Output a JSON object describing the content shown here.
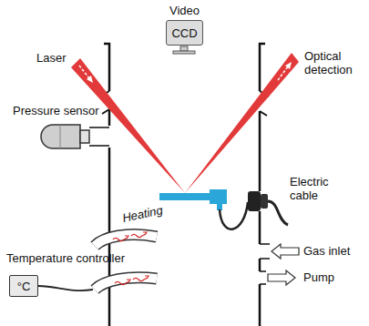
{
  "diagram": {
    "nodes": [
      {
        "text": [
          "Video",
          "CCD"
        ]
      },
      {
        "text": [
          "Temperature controller",
          "°C"
        ]
      }
    ],
    "labels": [
      "Laser",
      "Optical detection",
      "Pressure sensor",
      "Electric cable",
      "Heating",
      "Gas inlet",
      "Pump"
    ]
  }
}
